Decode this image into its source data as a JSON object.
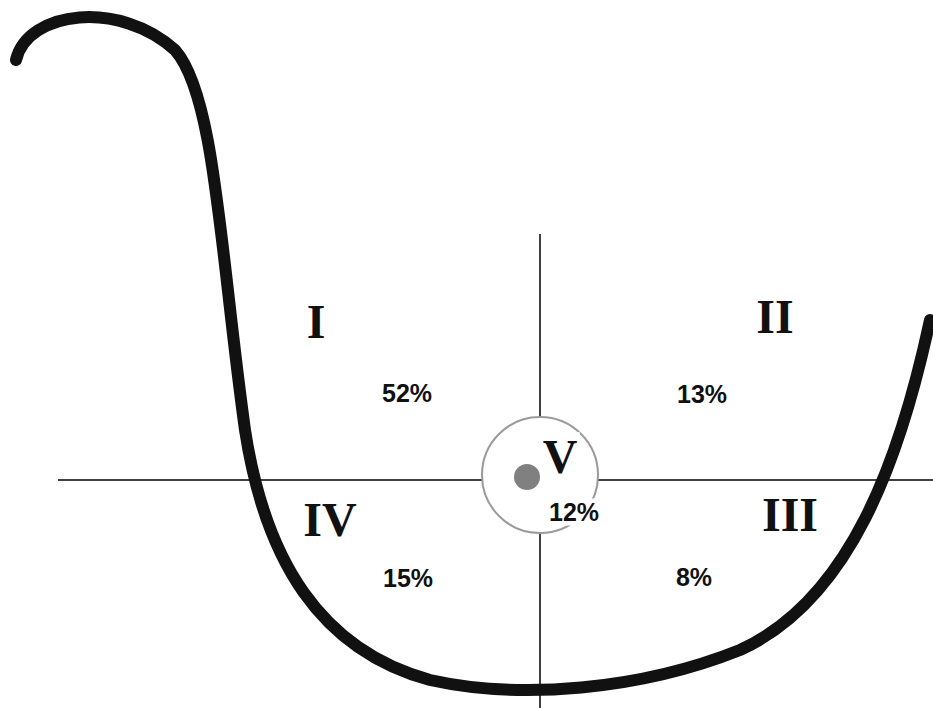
{
  "diagram": {
    "labels": [
      "I",
      "52%",
      "II",
      "13%",
      "V",
      "12%",
      "IV",
      "15%",
      "III",
      "8%"
    ]
  }
}
